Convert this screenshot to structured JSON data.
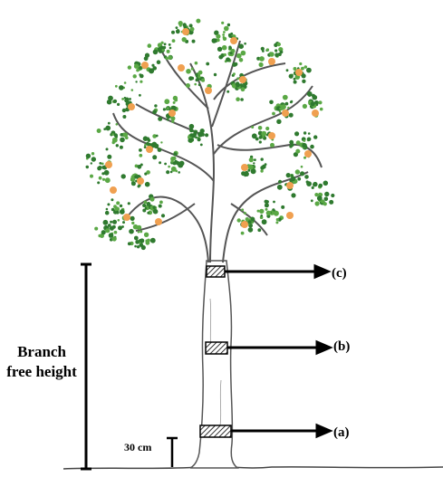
{
  "diagram": {
    "branch_free_height_label": [
      "Branch",
      "free height"
    ],
    "measure_30cm_label": "30 cm",
    "positions": [
      {
        "id": "c",
        "label": "(c)"
      },
      {
        "id": "b",
        "label": "(b)"
      },
      {
        "id": "a",
        "label": "(a)"
      }
    ]
  },
  "colors": {
    "foliage": "#2f7a2f",
    "foliage_light": "#5aa845",
    "fruit": "#f0a050",
    "bark_outline": "#555555",
    "ink": "#000000"
  }
}
